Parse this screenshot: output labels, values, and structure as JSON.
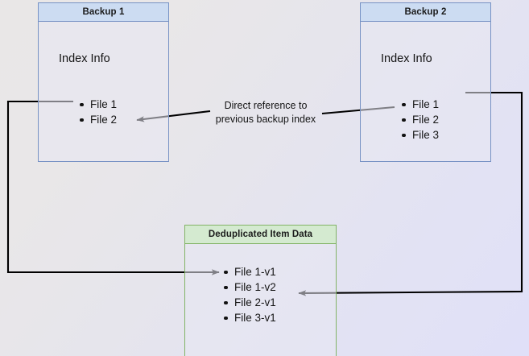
{
  "diagram": {
    "title": "Backup deduplication index reference diagram",
    "background": {
      "gradient_from": "#e9e7e7",
      "gradient_to": "#e0e0f8"
    },
    "colors": {
      "blue_border": "#7792c4",
      "blue_header_fill": "#ccdcf2",
      "green_border": "#82b366",
      "green_header_fill": "#d4ead0",
      "body_fill": "#e7e7f3",
      "edge_stroke": "#000000",
      "text": "#141414"
    },
    "nodes": [
      {
        "id": "backup1",
        "header": "Backup 1",
        "section_label": "Index Info",
        "items": [
          "File 1",
          "File 2"
        ]
      },
      {
        "id": "backup2",
        "header": "Backup 2",
        "section_label": "Index Info",
        "items": [
          "File 1",
          "File 2",
          "File 3"
        ]
      },
      {
        "id": "dedup",
        "header": "Deduplicated Item Data",
        "items": [
          "File 1-v1",
          "File 1-v2",
          "File 2-v1",
          "File 3-v1"
        ]
      }
    ],
    "edges": [
      {
        "id": "direct-reference",
        "label": "Direct reference to\nprevious backup index",
        "from": "backup2.File 2",
        "to": "backup1.File 2"
      },
      {
        "id": "backup1-to-dedup",
        "label": "",
        "from": "backup1.File 1",
        "to": "dedup.File 1-v1"
      },
      {
        "id": "backup2-to-dedup",
        "label": "",
        "from": "backup2.File 1",
        "to": "dedup.File 1-v2"
      }
    ]
  }
}
